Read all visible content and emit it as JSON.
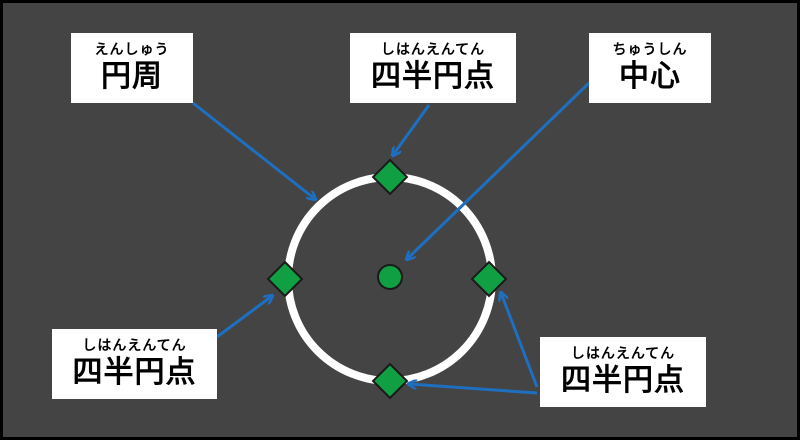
{
  "labels": {
    "circumference": {
      "ruby": "えんしゅう",
      "text": "円周"
    },
    "quadrant_top": {
      "ruby": "しはんえんてん",
      "text": "四半円点"
    },
    "center": {
      "ruby": "ちゅうしん",
      "text": "中心"
    },
    "quadrant_left": {
      "ruby": "しはんえんてん",
      "text": "四半円点"
    },
    "quadrant_bottom_right": {
      "ruby": "しはんえんてん",
      "text": "四半円点"
    }
  },
  "colors": {
    "background": "#444444",
    "circle": "#ffffff",
    "marker_fill": "#10a043",
    "marker_stroke": "#1a1a1a",
    "arrow": "#1f6fc0",
    "label_bg": "#ffffff"
  }
}
